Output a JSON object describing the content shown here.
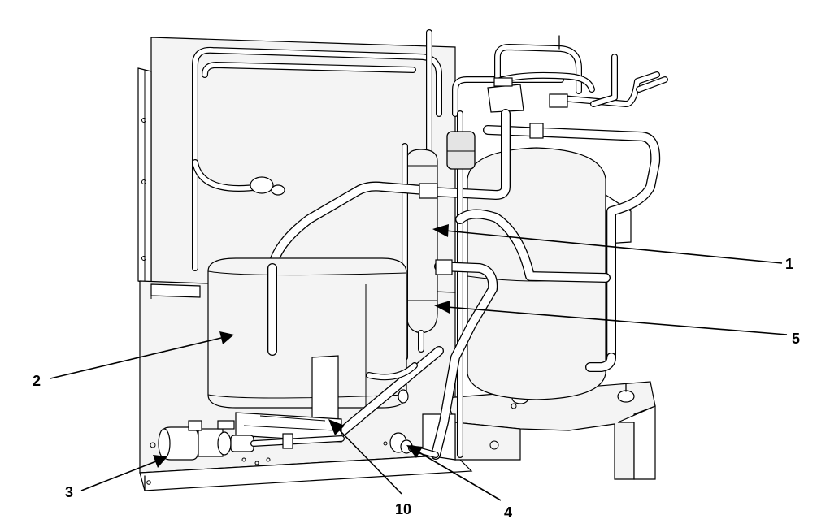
{
  "diagram": {
    "callouts": [
      {
        "id": "1",
        "label": "1"
      },
      {
        "id": "2",
        "label": "2"
      },
      {
        "id": "3",
        "label": "3"
      },
      {
        "id": "4",
        "label": "4"
      },
      {
        "id": "5",
        "label": "5"
      },
      {
        "id": "10",
        "label": "10"
      }
    ]
  }
}
